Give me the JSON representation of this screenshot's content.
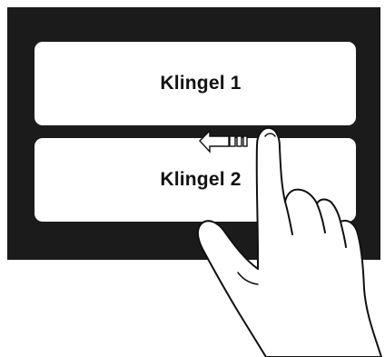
{
  "buttons": [
    {
      "label": "Klingel 1"
    },
    {
      "label": "Klingel 2"
    }
  ],
  "gesture": {
    "direction": "left",
    "icon": "swipe-left-arrow-icon",
    "hand": "pointing-hand-icon"
  },
  "colors": {
    "screen": "#1b1b1b",
    "button": "#ffffff",
    "text": "#111111"
  }
}
